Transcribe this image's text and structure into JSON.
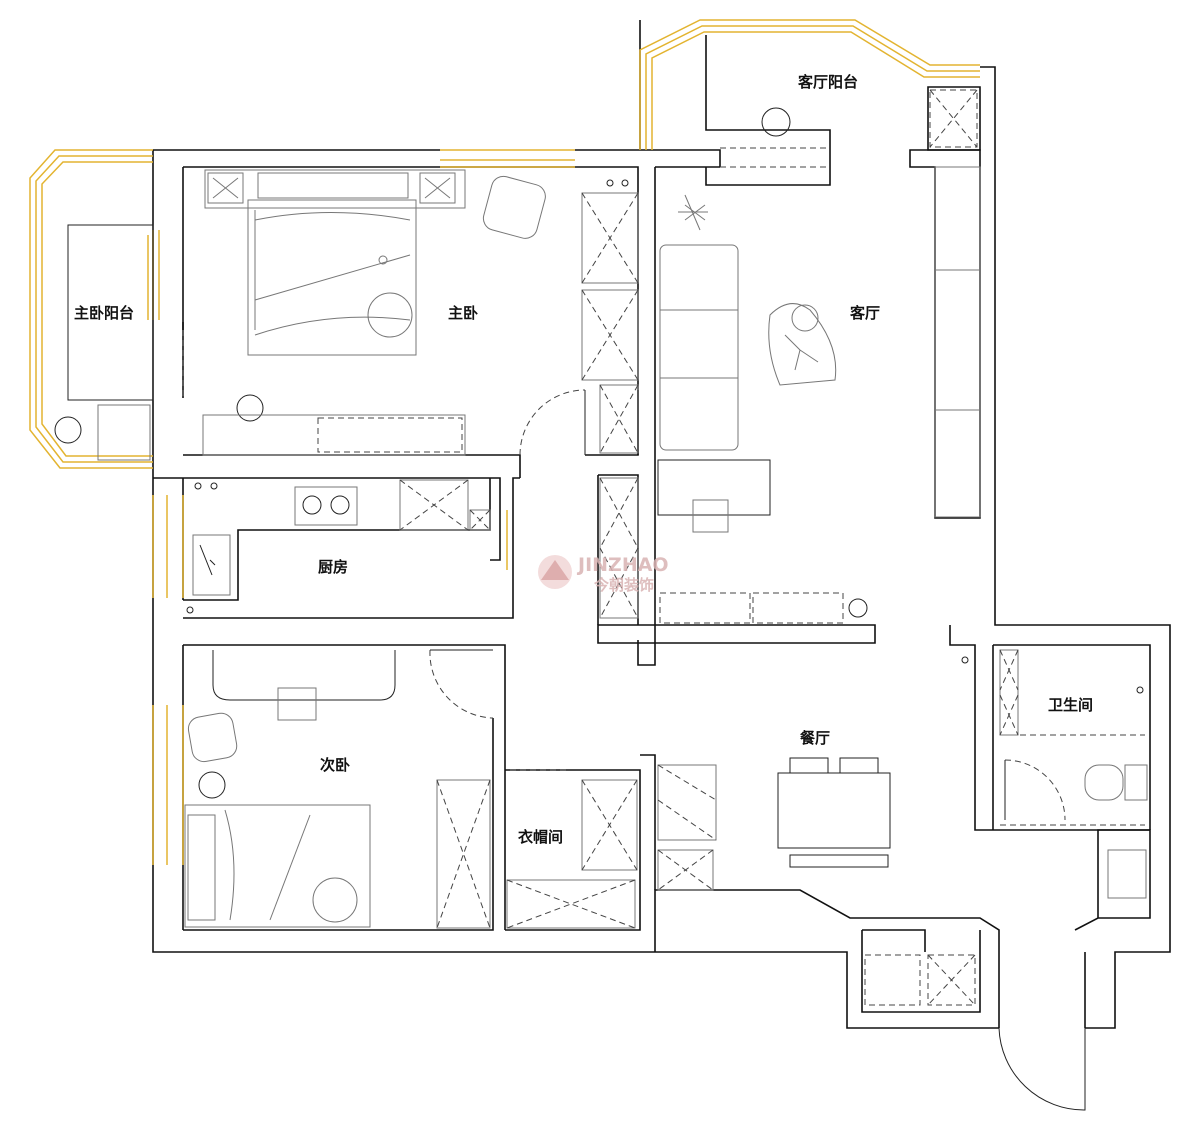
{
  "rooms": {
    "master_balcony": "主卧阳台",
    "master_bedroom": "主卧",
    "living_balcony": "客厅阳台",
    "living_room": "客厅",
    "kitchen": "厨房",
    "second_bedroom": "次卧",
    "walk_in_closet": "衣帽间",
    "dining_room": "餐厅",
    "bathroom": "卫生间"
  },
  "watermark": {
    "brand_en": "JINZHAO",
    "brand_cn": "今朝装饰"
  },
  "colors": {
    "wall": "#111111",
    "window": "#e3b430",
    "furniture": "#777777",
    "watermark": "#d9b3b3"
  }
}
